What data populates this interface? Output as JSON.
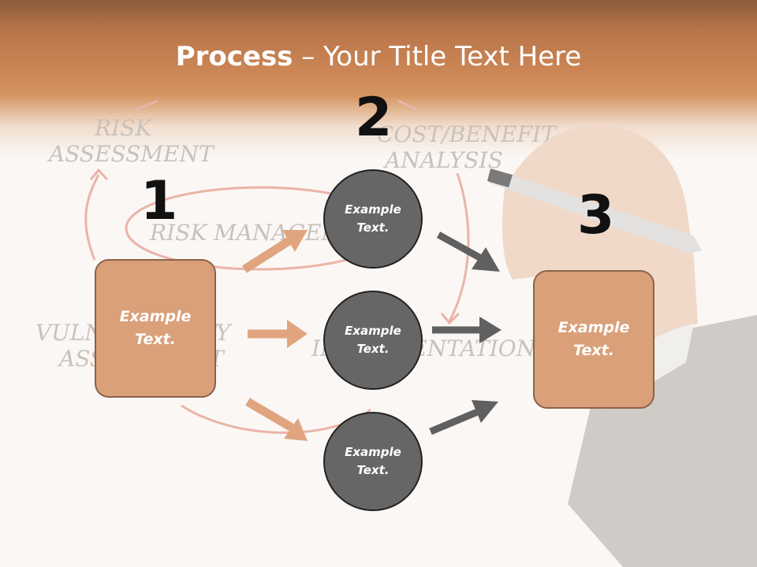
{
  "title": {
    "bold": "Process",
    "rest": " – Your Title Text Here"
  },
  "steps": {
    "one": "1",
    "two": "2",
    "three": "3"
  },
  "left_box": {
    "line1": "Example",
    "line2": "Text."
  },
  "circles": [
    {
      "line1": "Example",
      "line2": "Text."
    },
    {
      "line1": "Example",
      "line2": "Text."
    },
    {
      "line1": "Example",
      "line2": "Text."
    }
  ],
  "right_box": {
    "line1": "Example",
    "line2": "Text."
  },
  "background_sketch": {
    "risk_assessment": [
      "RISK",
      "ASSESSMENT"
    ],
    "cost_benefit": [
      "COST/BENEFIT",
      "ANALYSIS"
    ],
    "risk_management": "RISK MANAGEMENT",
    "vulnerability": [
      "VULNERABILITY",
      "ASSESSMENT"
    ],
    "implementation": "IMPLEMENTATION"
  },
  "colors": {
    "accent": "#daa07a",
    "circle": "#666666",
    "arrow_left": "#e0a57f",
    "arrow_right": "#606060"
  }
}
